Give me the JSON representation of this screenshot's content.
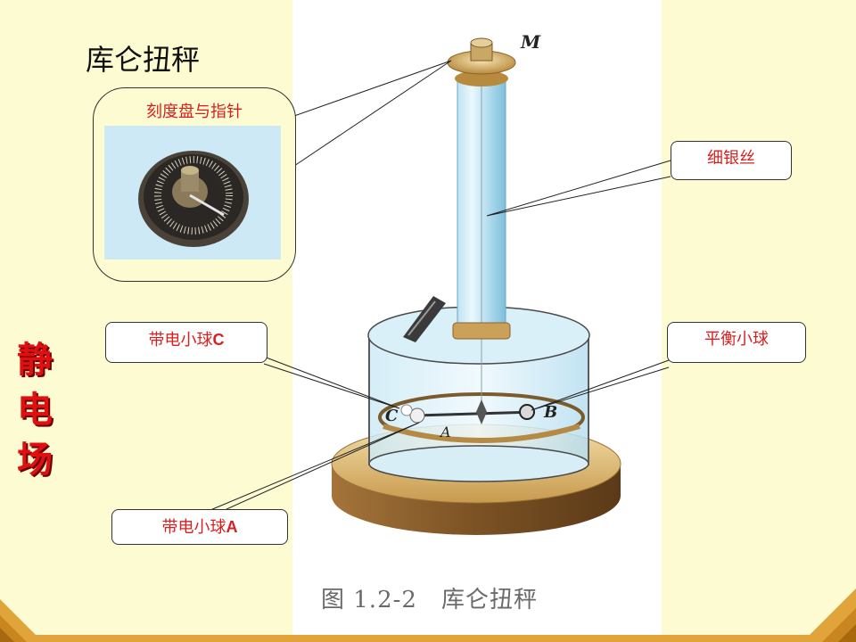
{
  "slide": {
    "title": "库仑扭秤",
    "side_title": [
      "静",
      "电",
      "场"
    ]
  },
  "figure": {
    "caption": "图 1.2-2　库仑扭秤",
    "letters": {
      "M": "M",
      "C": "C",
      "A": "A",
      "B": "B"
    }
  },
  "callouts": {
    "dial": "刻度盘与指针",
    "silver_wire": "细银丝",
    "ball_c": {
      "text": "带电小球",
      "letter": "C"
    },
    "balance_ball": "平衡小球",
    "ball_a": {
      "text": "带电小球",
      "letter": "A"
    }
  },
  "colors": {
    "background": "#fdfbd2",
    "label_red": "#d82020",
    "side_title_red": "#e01010",
    "accent_orange": "#e0a43b"
  }
}
